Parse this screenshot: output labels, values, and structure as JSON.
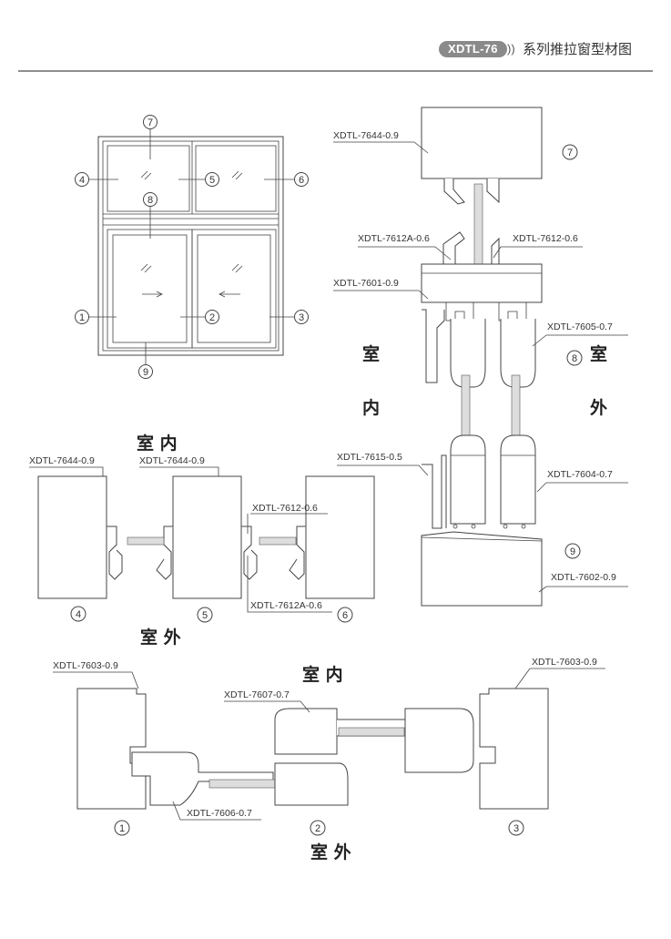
{
  "header": {
    "badge": "XDTL-76",
    "chevrons": "))",
    "title": "系列推拉窗型材图"
  },
  "window_elevation": {
    "markers": [
      "⑦",
      "④",
      "⑤",
      "⑥",
      "⑧",
      "①",
      "②",
      "③",
      "⑨"
    ],
    "numbers": [
      "7",
      "4",
      "5",
      "6",
      "8",
      "1",
      "2",
      "3",
      "9"
    ]
  },
  "top_right_section": {
    "labels": {
      "p7644": "XDTL-7644-0.9",
      "p7612a": "XDTL-7612A-0.6",
      "p7612": "XDTL-7612-0.6",
      "p7601": "XDTL-7601-0.9",
      "p7605": "XDTL-7605-0.7",
      "p7615": "XDTL-7615-0.5",
      "p7604": "XDTL-7604-0.7",
      "p7602": "XDTL-7602-0.9"
    },
    "markers": {
      "m7": "7",
      "m8": "8",
      "m9": "9"
    },
    "indoor_1": "室",
    "indoor_2": "内",
    "outdoor_1": "室",
    "outdoor_2": "外"
  },
  "middle_left_section": {
    "indoor": "室 内",
    "outdoor": "室 外",
    "labels": {
      "left7644": "XDTL-7644-0.9",
      "mid7644": "XDTL-7644-0.9",
      "p7612": "XDTL-7612-0.6",
      "p7612a": "XDTL-7612A-0.6"
    },
    "markers": {
      "m4": "4",
      "m5": "5",
      "m6": "6"
    }
  },
  "bottom_section": {
    "indoor": "室 内",
    "outdoor": "室 外",
    "labels": {
      "left7603": "XDTL-7603-0.9",
      "right7603": "XDTL-7603-0.9",
      "p7607": "XDTL-7607-0.7",
      "p7606": "XDTL-7606-0.7"
    },
    "markers": {
      "m1": "1",
      "m2": "2",
      "m3": "3"
    }
  },
  "colors": {
    "line": "#444444",
    "header_rule": "#8e8e8e",
    "badge": "#8a8a8a"
  }
}
